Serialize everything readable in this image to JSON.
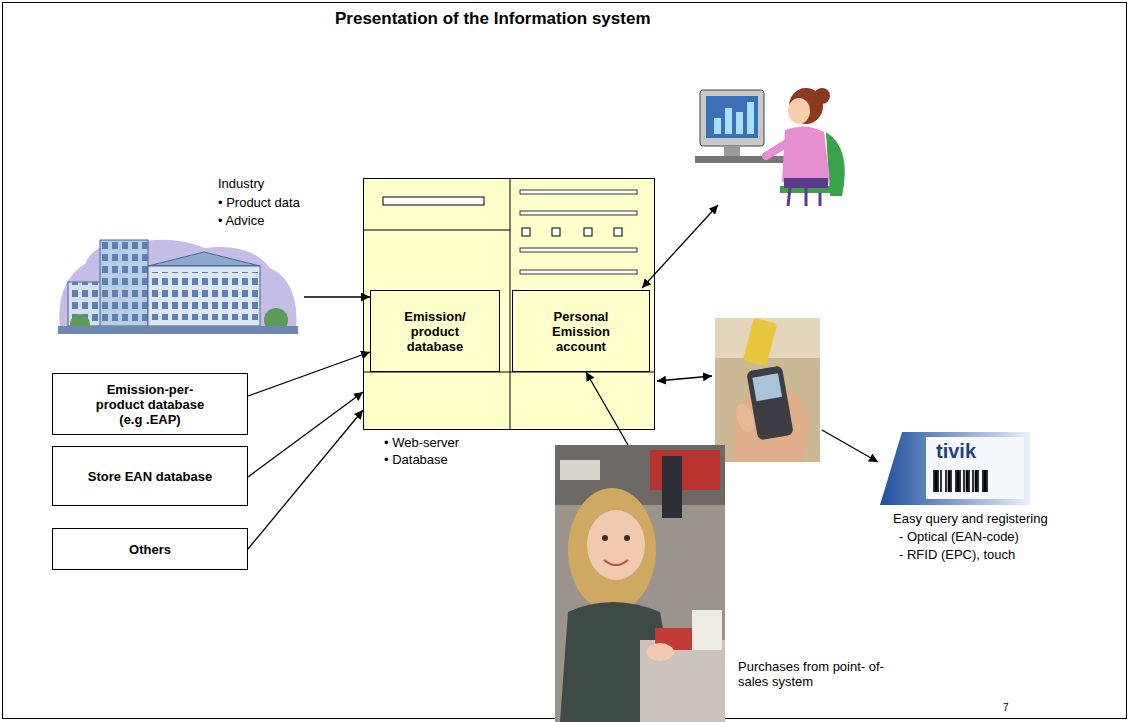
{
  "diagram": {
    "title": "Presentation of the Information system",
    "nodes": [
      {
        "text": [
          "• Web-server",
          "• Database"
        ]
      },
      {
        "text": [
          "Emission/ product database"
        ],
        "in": 0
      },
      {
        "text": [
          "Personal Emission account"
        ],
        "in": 0
      },
      {
        "text": [
          "Industry",
          "• Product data",
          "• Advice"
        ]
      },
      {
        "text": [
          "Emission-per- product database (e.g .EAP)"
        ]
      },
      {
        "text": [
          "Store EAN database"
        ]
      },
      {
        "text": [
          "Others"
        ]
      },
      {
        "text": [
          "Purchases from point- of-sales system"
        ]
      }
    ],
    "edges": [
      {
        "from": 3,
        "to": 1,
        "arrow": "to"
      },
      {
        "from": 4,
        "to": 1,
        "arrow": "to"
      },
      {
        "from": 5,
        "to": 0,
        "arrow": "to"
      },
      {
        "from": 6,
        "to": 0,
        "arrow": "to"
      },
      {
        "from": 7,
        "to": 2,
        "arrow": "to"
      }
    ],
    "labels": [
      "tivik",
      "Easy query and registering",
      "- Optical (EAN-code)",
      "- RFID (EPC), touch",
      "7"
    ]
  }
}
